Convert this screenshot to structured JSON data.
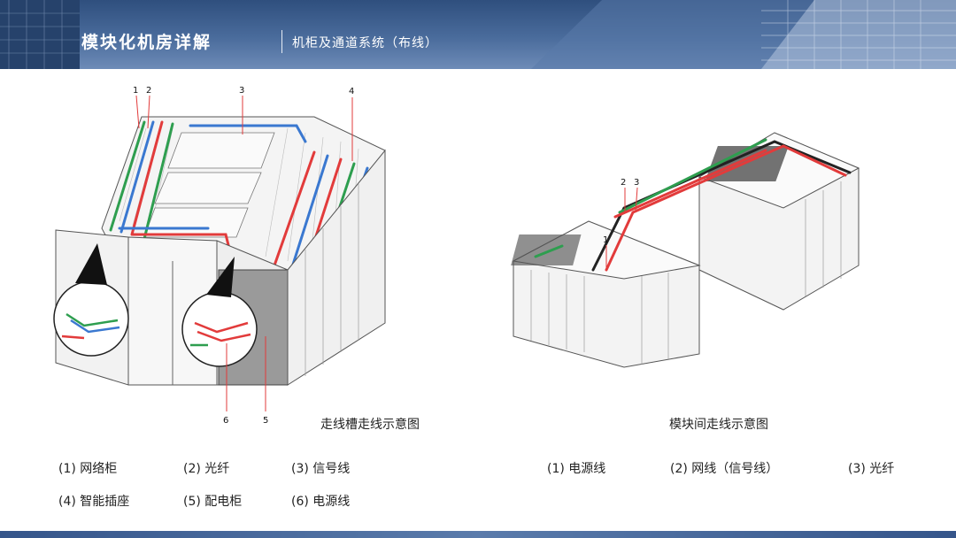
{
  "header": {
    "title": "模块化机房详解",
    "subtitle": "机柜及通道系统（布线）"
  },
  "left_figure": {
    "caption": "走线槽走线示意图",
    "callouts": [
      "1",
      "2",
      "3",
      "4",
      "5",
      "6"
    ],
    "legend": [
      "(1) 网络柜",
      "(2) 光纤",
      "(3) 信号线",
      "(4) 智能插座",
      "(5) 配电柜",
      "(6) 电源线"
    ]
  },
  "right_figure": {
    "caption": "模块间走线示意图",
    "callouts": [
      "1",
      "2",
      "3"
    ],
    "legend": [
      "(1) 电源线",
      "(2) 网线（信号线）",
      "(3) 光纤"
    ]
  },
  "colors": {
    "banner": "#3b5b8c",
    "fiber_green": "#2e9e4f",
    "signal_blue": "#3a78d0",
    "power_red": "#e23b3b",
    "rack_grey": "#f0f0f0",
    "rack_line": "#555555"
  }
}
